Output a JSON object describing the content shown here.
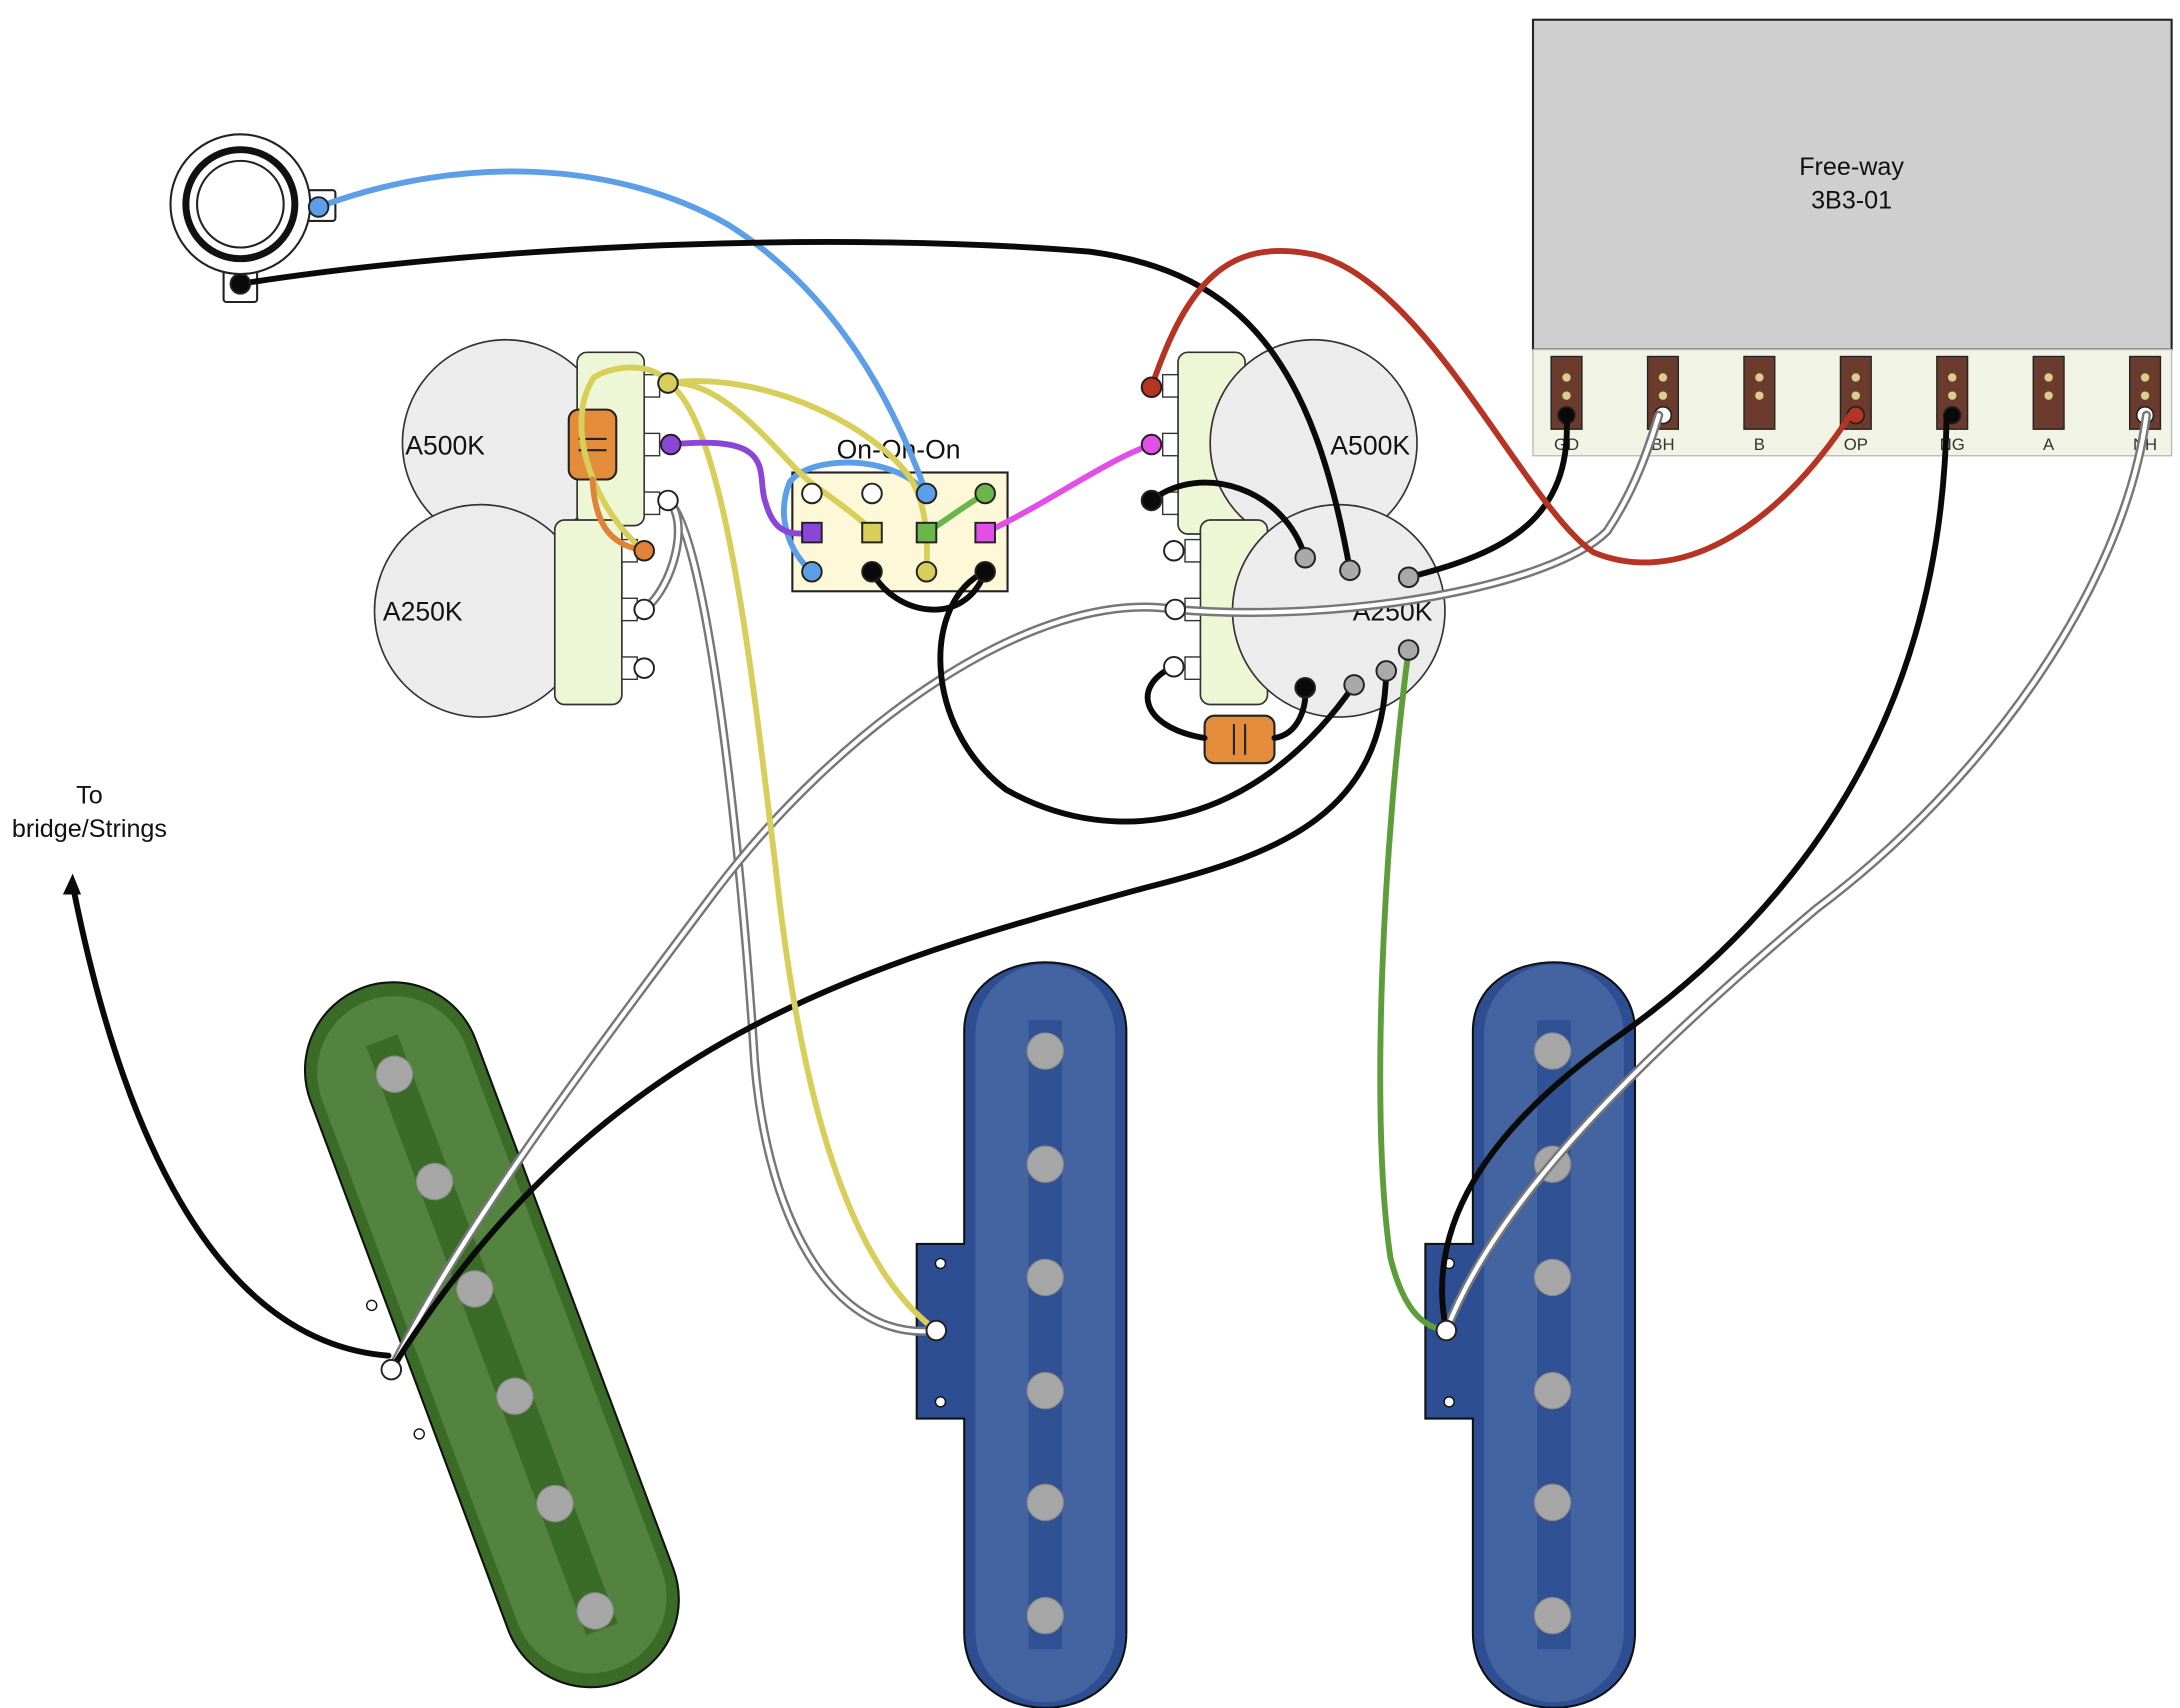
{
  "switch": {
    "label": "On-On-On"
  },
  "pots": [
    {
      "label": "A500K"
    },
    {
      "label": "A250K"
    },
    {
      "label": "A500K"
    },
    {
      "label": "A250K"
    }
  ],
  "freeway": {
    "line1": "Free-way",
    "line2": "3B3-01",
    "pins": [
      "GD",
      "BH",
      "B",
      "OP",
      "NG",
      "A",
      "NH"
    ]
  },
  "annotation": {
    "line1": "To",
    "line2": "bridge/Strings"
  },
  "colors": {
    "bridge_pickup": "#3b6a2a",
    "single_coil_pickup": "#2d4e92",
    "capacitor": "#e38c3a",
    "freeway_body": "#cfcfcf",
    "wire_black": "#0a0a0a",
    "wire_blue": "#5d9fe6",
    "wire_yellow": "#d7cf5a",
    "wire_purple": "#8b46d8",
    "wire_green": "#6bb64a",
    "wire_magenta": "#e24fe6",
    "wire_red": "#b53424",
    "wire_orange": "#e08338",
    "wire_dark_green": "#5e9e3a"
  },
  "icons": [
    "output-jack-icon",
    "capacitor-icon",
    "arrow-up-icon"
  ]
}
